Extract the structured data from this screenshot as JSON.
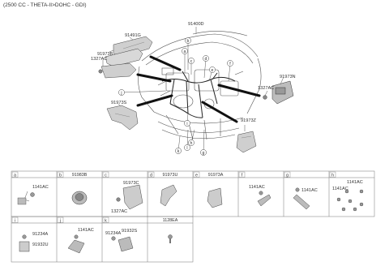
{
  "title": "(2500 CC - THETA-II>DOHC - GDI)",
  "main_labels": {
    "p91400D": "91400D",
    "p91491G": "91491G",
    "p91973B": "91973B",
    "p1327AC_left": "1327AC",
    "p91973N": "91973N",
    "p1327AC_right": "1327AC",
    "p91973S": "91973S",
    "p91973Z": "91973Z"
  },
  "callouts": [
    "a",
    "b",
    "c",
    "d",
    "e",
    "f",
    "g",
    "h",
    "i",
    "j",
    "k",
    "l"
  ],
  "grid_row1": [
    {
      "letter": "a",
      "part": "",
      "sub": [
        "1141AC"
      ]
    },
    {
      "letter": "b",
      "part": "91983B",
      "sub": []
    },
    {
      "letter": "c",
      "part": "",
      "sub": [
        "91973C",
        "1327AC"
      ]
    },
    {
      "letter": "d",
      "part": "91973U",
      "sub": []
    },
    {
      "letter": "e",
      "part": "91973A",
      "sub": []
    },
    {
      "letter": "f",
      "part": "",
      "sub": [
        "1141AC"
      ]
    },
    {
      "letter": "g",
      "part": "",
      "sub": [
        "1141AC"
      ]
    },
    {
      "letter": "h",
      "part": "",
      "sub": [
        "1141AC",
        "1141AC"
      ]
    }
  ],
  "grid_row2": [
    {
      "letter": "i",
      "part": "",
      "sub": [
        "91234A",
        "91932U"
      ]
    },
    {
      "letter": "j",
      "part": "",
      "sub": [
        "1141AC"
      ]
    },
    {
      "letter": "k",
      "part": "",
      "sub": [
        "91234A",
        "91932S"
      ]
    },
    {
      "letter": "",
      "part": "1128EA",
      "sub": []
    }
  ]
}
